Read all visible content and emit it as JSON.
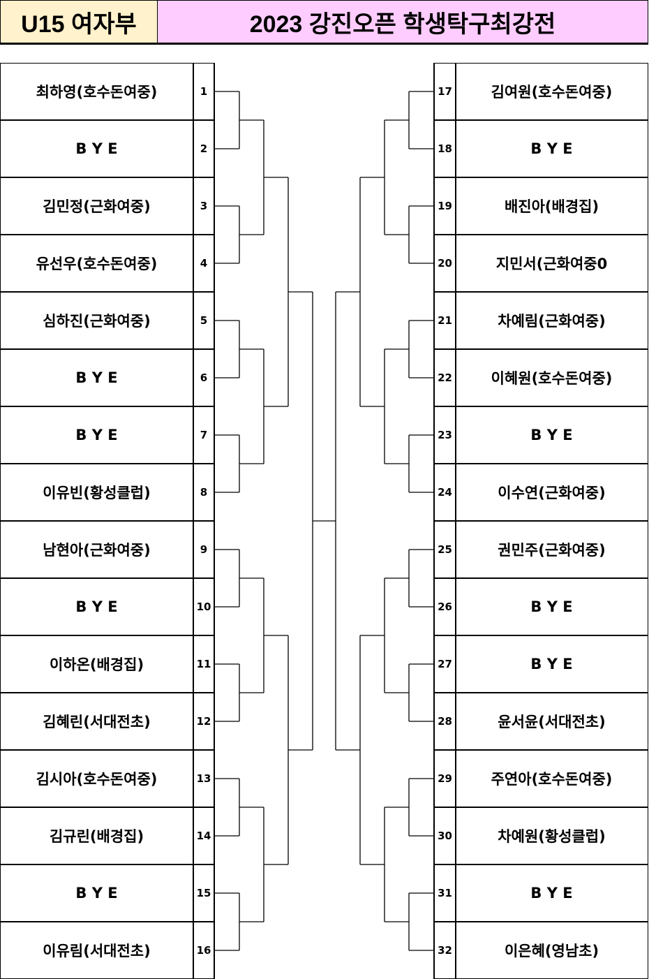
{
  "header": {
    "division": "U15 여자부",
    "title": "2023 강진오픈 학생탁구최강전"
  },
  "left": [
    {
      "num": "1",
      "name": "최하영(호수돈여중)"
    },
    {
      "num": "2",
      "name": "B Y E"
    },
    {
      "num": "3",
      "name": "김민정(근화여중)"
    },
    {
      "num": "4",
      "name": "유선우(호수돈여중)"
    },
    {
      "num": "5",
      "name": "심하진(근화여중)"
    },
    {
      "num": "6",
      "name": "B Y E"
    },
    {
      "num": "7",
      "name": "B Y E"
    },
    {
      "num": "8",
      "name": "이유빈(황성클럽)"
    },
    {
      "num": "9",
      "name": "남현아(근화여중)"
    },
    {
      "num": "10",
      "name": "B Y E"
    },
    {
      "num": "11",
      "name": "이하온(배경집)"
    },
    {
      "num": "12",
      "name": "김혜린(서대전초)"
    },
    {
      "num": "13",
      "name": "김시아(호수돈여중)"
    },
    {
      "num": "14",
      "name": "김규린(배경집)"
    },
    {
      "num": "15",
      "name": "B Y E"
    },
    {
      "num": "16",
      "name": "이유림(서대전초)"
    }
  ],
  "right": [
    {
      "num": "17",
      "name": "김여원(호수돈여중)"
    },
    {
      "num": "18",
      "name": "B Y E"
    },
    {
      "num": "19",
      "name": "배진아(배경집)"
    },
    {
      "num": "20",
      "name": "지민서(근화여중0"
    },
    {
      "num": "21",
      "name": "차예림(근화여중)"
    },
    {
      "num": "22",
      "name": "이혜원(호수돈여중)"
    },
    {
      "num": "23",
      "name": "B Y E"
    },
    {
      "num": "24",
      "name": "이수연(근화여중)"
    },
    {
      "num": "25",
      "name": "권민주(근화여중)"
    },
    {
      "num": "26",
      "name": "B Y E"
    },
    {
      "num": "27",
      "name": "B Y E"
    },
    {
      "num": "28",
      "name": "윤서윤(서대전초)"
    },
    {
      "num": "29",
      "name": "주연아(호수돈여중)"
    },
    {
      "num": "30",
      "name": "차예원(황성클럽)"
    },
    {
      "num": "31",
      "name": "B Y E"
    },
    {
      "num": "32",
      "name": "이은혜(영남초)"
    }
  ]
}
